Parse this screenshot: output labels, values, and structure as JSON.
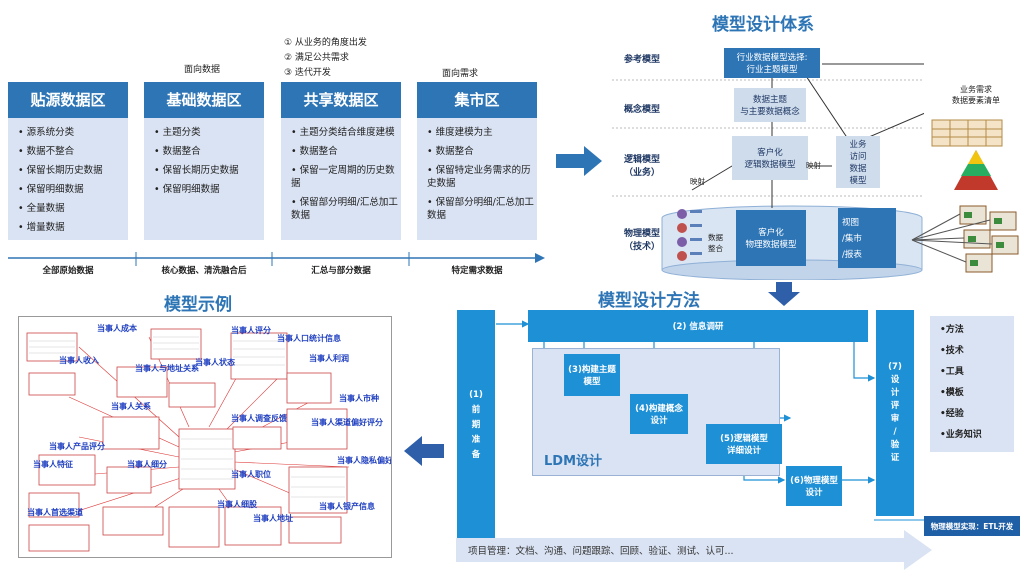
{
  "zones": [
    {
      "title": "贴源数据区",
      "items": [
        "源系统分类",
        "数据不整合",
        "保留长期历史数据",
        "保留明细数据",
        "全量数据",
        "增量数据"
      ],
      "bottom": "全部原始数据"
    },
    {
      "title": "基础数据区",
      "items": [
        "主题分类",
        "数据整合",
        "保留长期历史数据",
        "保留明细数据"
      ],
      "bottom": "核心数据、清洗融合后",
      "top": "面向数据"
    },
    {
      "title": "共享数据区",
      "items": [
        "主题分类结合维度建模",
        "数据整合",
        "保留一定周期的历史数据",
        "保留部分明细/汇总加工数据"
      ],
      "bottom": "汇总与部分数据"
    },
    {
      "title": "集市区",
      "items": [
        "维度建模为主",
        "数据整合",
        "保留特定业务需求的历史数据",
        "保留部分明细/汇总加工数据"
      ],
      "bottom": "特定需求数据",
      "top": "面向需求"
    }
  ],
  "principles": [
    "①  从业务的角度出发",
    "②  满足公共需求",
    "③  迭代开发"
  ],
  "system": {
    "title": "模型设计体系",
    "layers": [
      "参考模型",
      "概念模型",
      "逻辑模型\n（业务）",
      "物理模型\n（技术）"
    ],
    "ref_box": "行业数据模型选择:\n行业主题模型",
    "concept_box": "数据主题\n与主要数据概念",
    "logic_box": "客户化\n逻辑数据模型",
    "phys_box": "客户化\n物理数据模型",
    "access_box": "业务\n访问\n数据\n模型",
    "map1": "映射",
    "map2": "映射",
    "integration": "数据\n整合",
    "views": [
      "视图",
      "/集市",
      "/报表"
    ],
    "need_label": "业务需求\n数据要素清单"
  },
  "method": {
    "title": "模型设计方法",
    "s1": "(1)\n前\n期\n准\n备",
    "s2": "(2) 信息调研",
    "s3": "(3)构建主题\n模型",
    "s4": "(4)构建概念\n设计",
    "s5": "(5)逻辑模型\n详细设计",
    "s6": "(6)物理模型\n设计",
    "s7": "(7)\n设\n计\n评\n审\n/\n验\n证",
    "ldm": "LDM设计",
    "tools": [
      "•方法",
      "•技术",
      "•工具",
      "•模板",
      "•经验",
      "•业务知识"
    ],
    "etl": "物理模型实现：ETL开发",
    "pm": "项目管理：文档、沟通、问题跟踪、回顾、验证、测试、认可..."
  },
  "example": {
    "title": "模型示例",
    "labels": [
      "当事人成本",
      "当事人评分",
      "当事人口统计信息",
      "当事人收入",
      "当事人与地址关系",
      "当事人状态",
      "当事人利润",
      "当事人关系",
      "当事人市种",
      "当事人调查反馈",
      "当事人渠道偏好评分",
      "当事人产品评分",
      "当事人隐私偏好",
      "当事人特征",
      "当事人细分",
      "当事人职位",
      "当事人首选渠道",
      "当事人细股",
      "当事人银产信息",
      "当事人地址"
    ]
  }
}
